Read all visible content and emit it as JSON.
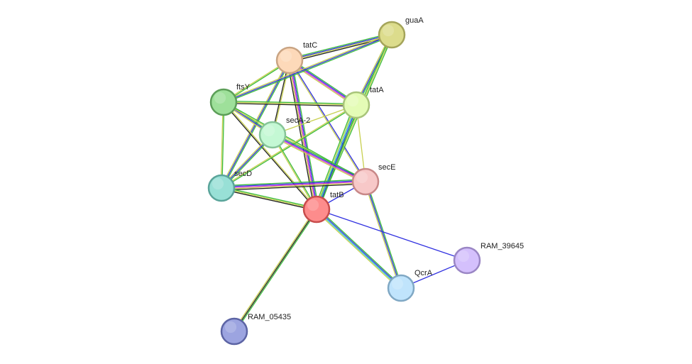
{
  "network": {
    "evidence_colors": {
      "curated_database": "#2ec8c8",
      "experimental": "#d633d6",
      "gene_neighborhood": "#2b9a2b",
      "gene_fusion": "#e03030",
      "cooccurrence": "#3030e0",
      "textmining": "#c8d050",
      "coexpression": "#222222",
      "homology": "#8888ee",
      "string_green": "#3cbc3c"
    },
    "nodes": [
      {
        "id": "tatC",
        "label": "tatC",
        "fill": "#fdd9b9",
        "stroke": "#c9a483"
      },
      {
        "id": "guaA",
        "label": "guaA",
        "fill": "#dcdc8c",
        "stroke": "#a4a45a"
      },
      {
        "id": "ftsY",
        "label": "ftsY",
        "fill": "#9ee09a",
        "stroke": "#5c9e58"
      },
      {
        "id": "tatA",
        "label": "tatA",
        "fill": "#e4fcb6",
        "stroke": "#a8c47a"
      },
      {
        "id": "secA-2",
        "label": "secA-2",
        "fill": "#c4f8d4",
        "stroke": "#86c498"
      },
      {
        "id": "secE",
        "label": "secE",
        "fill": "#f7c8c8",
        "stroke": "#c88888"
      },
      {
        "id": "secD",
        "label": "secD",
        "fill": "#98e0d6",
        "stroke": "#5aa49a"
      },
      {
        "id": "tatB",
        "label": "tatB",
        "fill": "#fd8c8c",
        "stroke": "#c84c4c"
      },
      {
        "id": "RAM_39645",
        "label": "RAM_39645",
        "fill": "#d4c0fc",
        "stroke": "#9a86c4"
      },
      {
        "id": "QcrA",
        "label": "QcrA",
        "fill": "#c0e4fc",
        "stroke": "#80a8c4"
      },
      {
        "id": "RAM_05435",
        "label": "RAM_05435",
        "fill": "#9ca4e0",
        "stroke": "#5c64a4"
      }
    ],
    "edges": [
      {
        "a": "tatC",
        "b": "guaA",
        "colors": [
          "string_green",
          "cooccurrence",
          "textmining",
          "coexpression"
        ]
      },
      {
        "a": "tatC",
        "b": "ftsY",
        "colors": [
          "string_green",
          "textmining"
        ]
      },
      {
        "a": "tatC",
        "b": "tatA",
        "colors": [
          "string_green",
          "cooccurrence",
          "experimental",
          "textmining"
        ]
      },
      {
        "a": "tatC",
        "b": "secA-2",
        "colors": [
          "textmining",
          "coexpression"
        ]
      },
      {
        "a": "tatC",
        "b": "secE",
        "colors": [
          "cooccurrence",
          "textmining"
        ]
      },
      {
        "a": "tatC",
        "b": "secD",
        "colors": [
          "string_green",
          "cooccurrence",
          "textmining"
        ]
      },
      {
        "a": "tatC",
        "b": "tatB",
        "colors": [
          "string_green",
          "cooccurrence",
          "experimental",
          "textmining",
          "coexpression"
        ]
      },
      {
        "a": "guaA",
        "b": "ftsY",
        "colors": [
          "string_green",
          "cooccurrence",
          "textmining"
        ]
      },
      {
        "a": "guaA",
        "b": "tatA",
        "colors": [
          "string_green",
          "cooccurrence",
          "textmining"
        ]
      },
      {
        "a": "guaA",
        "b": "tatB",
        "colors": [
          "string_green",
          "textmining",
          "string_green"
        ]
      },
      {
        "a": "ftsY",
        "b": "tatA",
        "colors": [
          "string_green",
          "textmining",
          "coexpression"
        ]
      },
      {
        "a": "ftsY",
        "b": "secA-2",
        "colors": [
          "string_green",
          "cooccurrence",
          "textmining"
        ]
      },
      {
        "a": "ftsY",
        "b": "secE",
        "colors": [
          "string_green",
          "textmining"
        ]
      },
      {
        "a": "ftsY",
        "b": "secD",
        "colors": [
          "string_green",
          "textmining"
        ]
      },
      {
        "a": "ftsY",
        "b": "tatB",
        "colors": [
          "textmining",
          "coexpression"
        ]
      },
      {
        "a": "tatA",
        "b": "secA-2",
        "colors": [
          "textmining"
        ]
      },
      {
        "a": "tatA",
        "b": "secD",
        "colors": [
          "string_green",
          "textmining"
        ]
      },
      {
        "a": "tatA",
        "b": "secE",
        "colors": [
          "textmining"
        ]
      },
      {
        "a": "tatA",
        "b": "tatB",
        "colors": [
          "string_green",
          "cooccurrence",
          "curated_database",
          "textmining",
          "string_green"
        ]
      },
      {
        "a": "secA-2",
        "b": "secD",
        "colors": [
          "string_green",
          "cooccurrence",
          "textmining"
        ]
      },
      {
        "a": "secA-2",
        "b": "secE",
        "colors": [
          "string_green",
          "cooccurrence",
          "experimental",
          "textmining"
        ]
      },
      {
        "a": "secA-2",
        "b": "tatB",
        "colors": [
          "string_green",
          "textmining"
        ]
      },
      {
        "a": "secD",
        "b": "secE",
        "colors": [
          "string_green",
          "cooccurrence",
          "experimental",
          "textmining",
          "coexpression"
        ]
      },
      {
        "a": "secD",
        "b": "tatB",
        "colors": [
          "string_green",
          "textmining",
          "coexpression"
        ]
      },
      {
        "a": "secE",
        "b": "tatB",
        "colors": [
          "cooccurrence"
        ]
      },
      {
        "a": "secE",
        "b": "QcrA",
        "colors": [
          "string_green",
          "cooccurrence",
          "textmining"
        ]
      },
      {
        "a": "tatB",
        "b": "QcrA",
        "colors": [
          "string_green",
          "cooccurrence",
          "curated_database",
          "textmining"
        ]
      },
      {
        "a": "tatB",
        "b": "RAM_39645",
        "colors": [
          "cooccurrence"
        ]
      },
      {
        "a": "tatB",
        "b": "RAM_05435",
        "colors": [
          "string_green",
          "coexpression",
          "textmining"
        ]
      },
      {
        "a": "QcrA",
        "b": "RAM_39645",
        "colors": [
          "cooccurrence"
        ]
      }
    ]
  }
}
